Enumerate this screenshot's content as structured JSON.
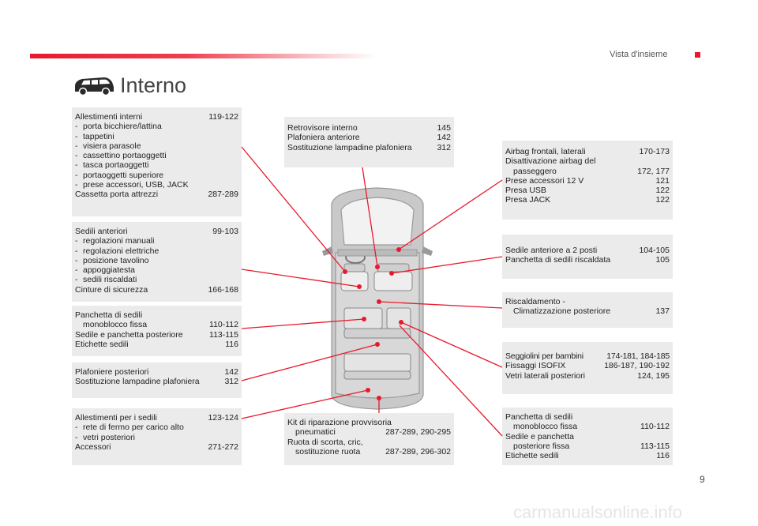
{
  "header": {
    "section_title": "Vista d'insieme",
    "page_title": "Interno",
    "page_number": "9"
  },
  "boxes": {
    "b1": {
      "rows": [
        {
          "t": "Allestimenti interni",
          "p": "119-122"
        },
        {
          "s": "porta bicchiere/lattina"
        },
        {
          "s": "tappetini"
        },
        {
          "s": "visiera parasole"
        },
        {
          "s": "cassettino portaoggetti"
        },
        {
          "s": "tasca portaoggetti"
        },
        {
          "s": "portaoggetti superiore"
        },
        {
          "s": "prese accessori, USB, JACK"
        },
        {
          "t": "Cassetta porta attrezzi",
          "p": "287-289"
        }
      ]
    },
    "b2": {
      "rows": [
        {
          "t": "Sedili anteriori",
          "p": "99-103"
        },
        {
          "s": "regolazioni manuali"
        },
        {
          "s": "regolazioni elettriche"
        },
        {
          "s": "posizione tavolino"
        },
        {
          "s": "appoggiatesta"
        },
        {
          "s": "sedili riscaldati"
        },
        {
          "t": "Cinture di sicurezza",
          "p": "166-168"
        }
      ]
    },
    "b3": {
      "rows": [
        {
          "t": "Panchetta di sedili"
        },
        {
          "t": "monoblocco fissa",
          "p": "110-112",
          "i": true
        },
        {
          "t": "Sedile e panchetta posteriore",
          "p": "113-115"
        },
        {
          "t": "Etichette sedili",
          "p": "116"
        }
      ]
    },
    "b4": {
      "rows": [
        {
          "t": "Plafoniere posteriori",
          "p": "142"
        },
        {
          "t": "Sostituzione lampadine plafoniera",
          "p": "312"
        }
      ]
    },
    "b5": {
      "rows": [
        {
          "t": "Allestimenti per i sedili",
          "p": "123-124"
        },
        {
          "s": "rete di fermo per carico alto"
        },
        {
          "s": "vetri posteriori"
        },
        {
          "t": "Accessori",
          "p": "271-272"
        }
      ]
    },
    "b6": {
      "rows": [
        {
          "t": "Retrovisore interno",
          "p": "145"
        },
        {
          "t": "Plafoniera anteriore",
          "p": "142"
        },
        {
          "t": "Sostituzione lampadine plafoniera",
          "p": "312"
        }
      ]
    },
    "b7": {
      "rows": [
        {
          "t": "Kit di riparazione provvisoria"
        },
        {
          "t": "pneumatici",
          "p": "287-289, 290-295",
          "i": true
        },
        {
          "t": "Ruota di scorta, cric,"
        },
        {
          "t": "sostituzione ruota",
          "p": "287-289, 296-302",
          "i": true
        }
      ]
    },
    "b8": {
      "rows": [
        {
          "t": "Airbag frontali, laterali",
          "p": "170-173"
        },
        {
          "t": "Disattivazione airbag del"
        },
        {
          "t": "passeggero",
          "p": "172, 177",
          "i": true
        },
        {
          "t": "Prese accessori 12 V",
          "p": "121"
        },
        {
          "t": "Presa USB",
          "p": "122"
        },
        {
          "t": "Presa JACK",
          "p": "122"
        }
      ]
    },
    "b9": {
      "rows": [
        {
          "t": "Sedile anteriore a 2 posti",
          "p": "104-105"
        },
        {
          "t": "Panchetta di sedili riscaldata",
          "p": "105"
        }
      ]
    },
    "b10": {
      "rows": [
        {
          "t": "Riscaldamento -"
        },
        {
          "t": "Climatizzazione posteriore",
          "p": "137",
          "i": true
        }
      ]
    },
    "b11": {
      "rows": [
        {
          "t": "Seggiolini per bambini",
          "p": "174-181, 184-185",
          "w": true
        },
        {
          "t": "Fissaggi ISOFIX",
          "p": "186-187, 190-192"
        },
        {
          "t": "Vetri laterali posteriori",
          "p": "124, 195"
        }
      ]
    },
    "b12": {
      "rows": [
        {
          "t": "Panchetta di sedili"
        },
        {
          "t": "monoblocco fissa",
          "p": "110-112",
          "i": true
        },
        {
          "t": "Sedile e panchetta"
        },
        {
          "t": "posteriore fissa",
          "p": "113-115",
          "i": true
        },
        {
          "t": "Etichette sedili",
          "p": "116"
        }
      ]
    }
  },
  "colors": {
    "accent": "#e8192c",
    "box_bg": "#ebebeb"
  },
  "footer": {
    "watermark": "carmanualsonline.info"
  }
}
